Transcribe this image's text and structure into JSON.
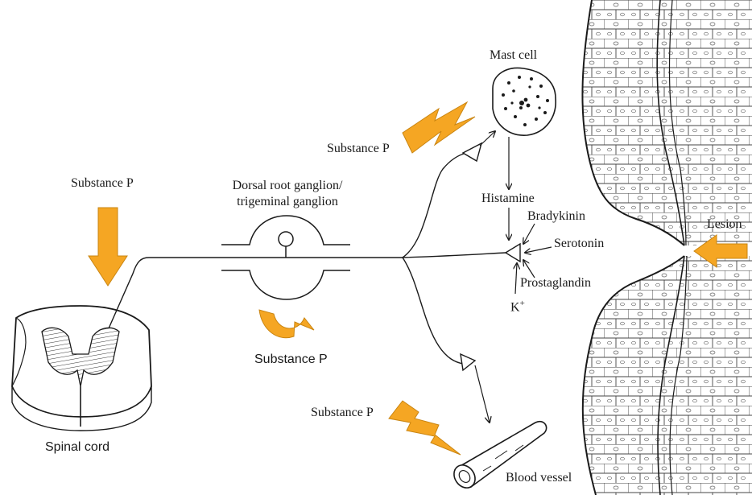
{
  "labels": {
    "substance_p_top": "Substance P",
    "spinal_cord": "Spinal cord",
    "ganglion_line1": "Dorsal root ganglion/",
    "ganglion_line2": "trigeminal ganglion",
    "substance_p_ganglion": "Substance P",
    "mast_cell": "Mast cell",
    "substance_p_mast": "Substance P",
    "histamine": "Histamine",
    "bradykinin": "Bradykinin",
    "serotonin": "Serotonin",
    "prostaglandin": "Prostaglandin",
    "potassium": "K",
    "potassium_sup": "+",
    "lesion": "Lesion",
    "substance_p_vessel": "Substance P",
    "blood_vessel": "Blood vessel"
  },
  "colors": {
    "accent": "#F5A623",
    "accent_edge": "#C98512",
    "ink": "#1a1a1a",
    "tissue": "#555555"
  }
}
